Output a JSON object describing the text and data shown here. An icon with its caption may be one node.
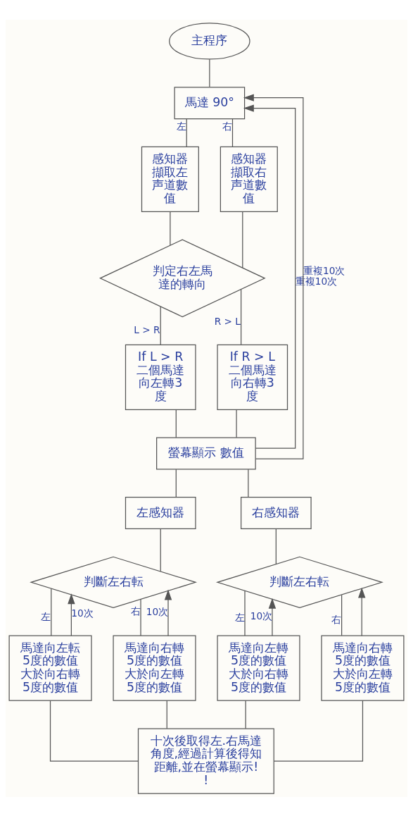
{
  "diagram": {
    "nodes": [
      {
        "text": [
          "主程序"
        ]
      },
      {
        "text": [
          "馬達 90°"
        ]
      },
      {
        "text": [
          "感知器擷取左声道數值"
        ]
      },
      {
        "text": [
          "感知器擷取右声道數值"
        ]
      },
      {
        "text": [
          "判定右左馬達的轉向"
        ]
      },
      {
        "text": [
          "If L > R",
          "二個馬達向左轉3度"
        ]
      },
      {
        "text": [
          "If R > L",
          "二個馬達向右轉3度"
        ]
      },
      {
        "text": [
          "螢幕顯示 數值"
        ]
      },
      {
        "text": [
          "左感知器"
        ]
      },
      {
        "text": [
          "右感知器"
        ]
      },
      {
        "text": [
          "判斷左右転"
        ]
      },
      {
        "text": [
          "馬達向左転5度的數值大於向右轉5度的數值"
        ]
      },
      {
        "text": [
          "馬達向右轉5度的數值大於向左轉5度的數值"
        ]
      },
      {
        "text": [
          "判斷左右転"
        ]
      },
      {
        "text": [
          "馬達向左轉5度的數值大於向右轉5度的數值"
        ]
      },
      {
        "text": [
          "馬達向右轉5度的數值大於向左轉5度的數值"
        ]
      },
      {
        "text": [
          "十次後取得左.右馬達角度,經過計算後得知距離,並在螢幕顯示!!"
        ]
      }
    ],
    "edges": [
      {
        "from": 0,
        "to": 1,
        "arrow": "none"
      },
      {
        "from": 1,
        "to": 2,
        "arrow": "none",
        "label": "左"
      },
      {
        "from": 1,
        "to": 3,
        "arrow": "none",
        "label": "右"
      },
      {
        "from": 2,
        "to": 4,
        "arrow": "none"
      },
      {
        "from": 3,
        "to": 4,
        "arrow": "none"
      },
      {
        "from": 4,
        "to": 5,
        "arrow": "none",
        "label": "L > R"
      },
      {
        "from": 4,
        "to": 6,
        "arrow": "none",
        "label": "R > L"
      },
      {
        "from": 5,
        "to": 7,
        "arrow": "none"
      },
      {
        "from": 6,
        "to": 7,
        "arrow": "none"
      },
      {
        "from": 7,
        "to": 1,
        "arrow": "to",
        "label": "重複10次"
      },
      {
        "from": 7,
        "to": 1,
        "arrow": "to",
        "label": "重複10次"
      },
      {
        "from": 7,
        "to": 8,
        "arrow": "none"
      },
      {
        "from": 7,
        "to": 9,
        "arrow": "none"
      },
      {
        "from": 8,
        "to": 10,
        "arrow": "none"
      },
      {
        "from": 10,
        "to": 11,
        "arrow": "none",
        "label": "左"
      },
      {
        "from": 10,
        "to": 12,
        "arrow": "none",
        "label": "右"
      },
      {
        "from": 11,
        "to": 10,
        "arrow": "to",
        "label": "10次"
      },
      {
        "from": 12,
        "to": 10,
        "arrow": "to",
        "label": "10次"
      },
      {
        "from": 9,
        "to": 13,
        "arrow": "none"
      },
      {
        "from": 13,
        "to": 14,
        "arrow": "none",
        "label": "左"
      },
      {
        "from": 13,
        "to": 15,
        "arrow": "none",
        "label": "右"
      },
      {
        "from": 14,
        "to": 13,
        "arrow": "to",
        "label": "10次"
      },
      {
        "from": 15,
        "to": 13,
        "arrow": "to"
      },
      {
        "from": 11,
        "to": 16,
        "arrow": "none"
      },
      {
        "from": 12,
        "to": 16,
        "arrow": "none"
      },
      {
        "from": 14,
        "to": 16,
        "arrow": "none"
      },
      {
        "from": 15,
        "to": 16,
        "arrow": "none"
      }
    ]
  }
}
